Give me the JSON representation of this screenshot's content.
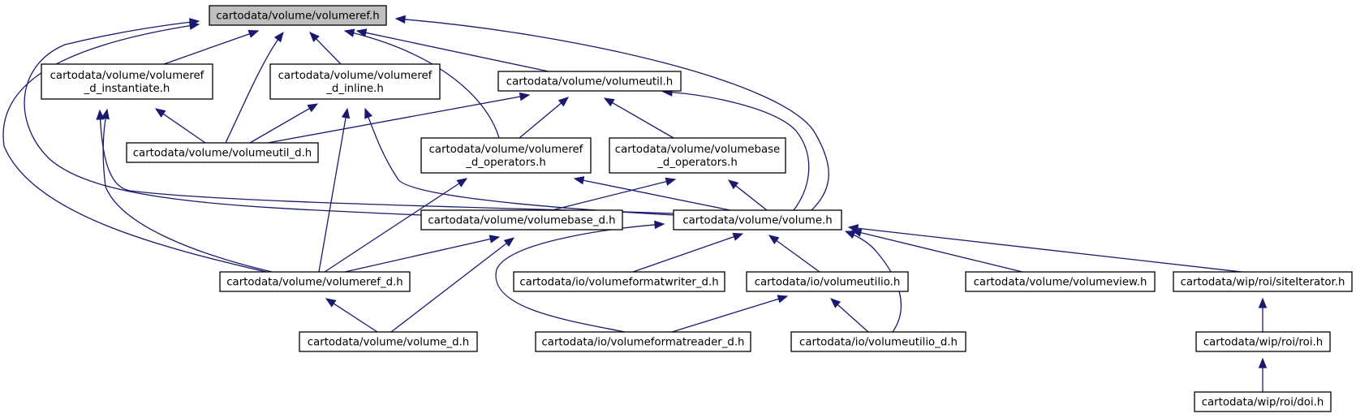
{
  "colors": {
    "edge": "#191970",
    "root_fill": "#bfbfbf",
    "node_fill": "#ffffff",
    "node_stroke": "#000000"
  },
  "nodes": {
    "volumeref": {
      "lines": [
        "cartodata/volume/volumeref.h"
      ]
    },
    "volumeref_d_instantiate": {
      "lines": [
        "cartodata/volume/volumeref",
        "_d_instantiate.h"
      ]
    },
    "volumeref_d_inline": {
      "lines": [
        "cartodata/volume/volumeref",
        "_d_inline.h"
      ]
    },
    "volumeutil": {
      "lines": [
        "cartodata/volume/volumeutil.h"
      ]
    },
    "volumeutil_d": {
      "lines": [
        "cartodata/volume/volumeutil_d.h"
      ]
    },
    "volumeref_d_operators": {
      "lines": [
        "cartodata/volume/volumeref",
        "_d_operators.h"
      ]
    },
    "volumebase_d_operators": {
      "lines": [
        "cartodata/volume/volumebase",
        "_d_operators.h"
      ]
    },
    "volumebase_d": {
      "lines": [
        "cartodata/volume/volumebase_d.h"
      ]
    },
    "volume": {
      "lines": [
        "cartodata/volume/volume.h"
      ]
    },
    "volumeref_d": {
      "lines": [
        "cartodata/volume/volumeref_d.h"
      ]
    },
    "volumeformatwriter_d": {
      "lines": [
        "cartodata/io/volumeformatwriter_d.h"
      ]
    },
    "volumeutilio": {
      "lines": [
        "cartodata/io/volumeutilio.h"
      ]
    },
    "volumeview": {
      "lines": [
        "cartodata/volume/volumeview.h"
      ]
    },
    "siteiterator": {
      "lines": [
        "cartodata/wip/roi/siteIterator.h"
      ]
    },
    "volume_d": {
      "lines": [
        "cartodata/volume/volume_d.h"
      ]
    },
    "volumeformatreader_d": {
      "lines": [
        "cartodata/io/volumeformatreader_d.h"
      ]
    },
    "volumeutilio_d": {
      "lines": [
        "cartodata/io/volumeutilio_d.h"
      ]
    },
    "roi": {
      "lines": [
        "cartodata/wip/roi/roi.h"
      ]
    },
    "doi": {
      "lines": [
        "cartodata/wip/roi/doi.h"
      ]
    }
  },
  "edges": [
    {
      "from": "volumeref_d_instantiate",
      "to": "volumeref"
    },
    {
      "from": "volumeref_d_inline",
      "to": "volumeref"
    },
    {
      "from": "volumeutil",
      "to": "volumeref"
    },
    {
      "from": "volumeutil_d",
      "to": "volumeref"
    },
    {
      "from": "volumeref_d_operators",
      "to": "volumeref"
    },
    {
      "from": "volume",
      "to": "volumeref"
    },
    {
      "from": "volumeref_d",
      "to": "volumeref"
    },
    {
      "from": "volumebase_d",
      "to": "volumeref"
    },
    {
      "from": "volumeutil_d",
      "to": "volumeref_d_instantiate"
    },
    {
      "from": "volumeref_d",
      "to": "volumeref_d_instantiate"
    },
    {
      "from": "volume",
      "to": "volumeref_d_instantiate"
    },
    {
      "from": "volumeutil_d",
      "to": "volumeref_d_inline"
    },
    {
      "from": "volumeref_d",
      "to": "volumeref_d_inline"
    },
    {
      "from": "volume",
      "to": "volumeref_d_inline"
    },
    {
      "from": "volumeutil_d",
      "to": "volumeutil"
    },
    {
      "from": "volumeref_d_operators",
      "to": "volumeutil"
    },
    {
      "from": "volumebase_d_operators",
      "to": "volumeutil"
    },
    {
      "from": "volume",
      "to": "volumeutil"
    },
    {
      "from": "volumeref_d",
      "to": "volumeref_d_operators"
    },
    {
      "from": "volume",
      "to": "volumeref_d_operators"
    },
    {
      "from": "volumebase_d",
      "to": "volumebase_d_operators"
    },
    {
      "from": "volume",
      "to": "volumebase_d_operators"
    },
    {
      "from": "volumeref_d",
      "to": "volumebase_d"
    },
    {
      "from": "volume_d",
      "to": "volumebase_d"
    },
    {
      "from": "volumeformatwriter_d",
      "to": "volume"
    },
    {
      "from": "volumeutilio",
      "to": "volume"
    },
    {
      "from": "volumeview",
      "to": "volume"
    },
    {
      "from": "siteiterator",
      "to": "volume"
    },
    {
      "from": "volumeformatreader_d",
      "to": "volume"
    },
    {
      "from": "volumeutilio_d",
      "to": "volume"
    },
    {
      "from": "volume_d",
      "to": "volumeref_d"
    },
    {
      "from": "volumeformatreader_d",
      "to": "volumeutilio"
    },
    {
      "from": "volumeutilio_d",
      "to": "volumeutilio"
    },
    {
      "from": "roi",
      "to": "siteiterator"
    },
    {
      "from": "doi",
      "to": "roi"
    }
  ]
}
